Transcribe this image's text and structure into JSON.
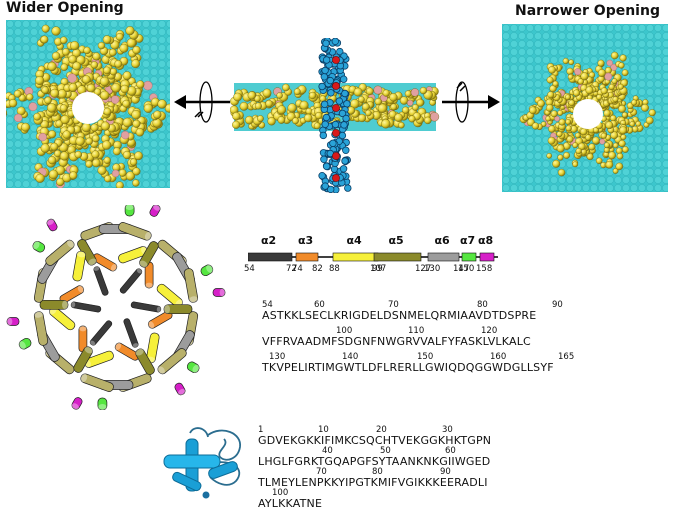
{
  "titles": {
    "wider": "Wider Opening",
    "narrower": "Narrower Opening"
  },
  "colors": {
    "water": "#3cc6cc",
    "sphere": "#e8d63a",
    "sphere_shadow": "#8a7a10",
    "pink": "#e0a0a0",
    "blue_atom": "#1f7fc4",
    "red_atom": "#d81a1a"
  },
  "helices": [
    {
      "label": "α2",
      "color": "#3a3a3a",
      "start": "54",
      "end": "72"
    },
    {
      "label": "α3",
      "color": "#f18b2a",
      "start": "74",
      "end": "82"
    },
    {
      "label": "α4",
      "color": "#f6f03a",
      "start": "88",
      "end": "99"
    },
    {
      "label": "α5",
      "color": "#8b8a2b",
      "start": "107",
      "end": "127"
    },
    {
      "label": "α6",
      "color": "#9c9c9c",
      "start": "130",
      "end": "147"
    },
    {
      "label": "α7",
      "color": "#55e640",
      "start": "150",
      "end": ""
    },
    {
      "label": "α8",
      "color": "#d61fc8",
      "start": "158",
      "end": ""
    }
  ],
  "sequence1": [
    {
      "text": "ASTKKLSECLKRIGDELDSNMELQRMIAAVDTDSPRE",
      "nums": [
        "54",
        "60",
        "70",
        "80",
        "90"
      ]
    },
    {
      "text": "VFFRVAADMFSDGNFNWGRVVALFYFASKLVLKALC",
      "nums": [
        "100",
        "110",
        "120"
      ]
    },
    {
      "text": "TKVPELIRTIMGWTLDFLRERLLGWIQDQGGWDGLLSYF",
      "nums": [
        "130",
        "140",
        "150",
        "160",
        "165"
      ]
    }
  ],
  "sequence2": [
    {
      "text": "GDVEKGKKIFIMKCSQCHTVEKGGKHKTGPN",
      "nums": [
        "1",
        "10",
        "20",
        "30"
      ]
    },
    {
      "text": "LHGLFGRKTGQAPGFSYTAANKNKGIIWGED",
      "nums": [
        "40",
        "50",
        "60"
      ]
    },
    {
      "text": "TLMEYLENPKKYIPGTKMIFVGIKKKEERADLI",
      "nums": [
        "70",
        "80",
        "90"
      ]
    },
    {
      "text": "AYLKKATNE",
      "nums": [
        "100"
      ]
    }
  ]
}
